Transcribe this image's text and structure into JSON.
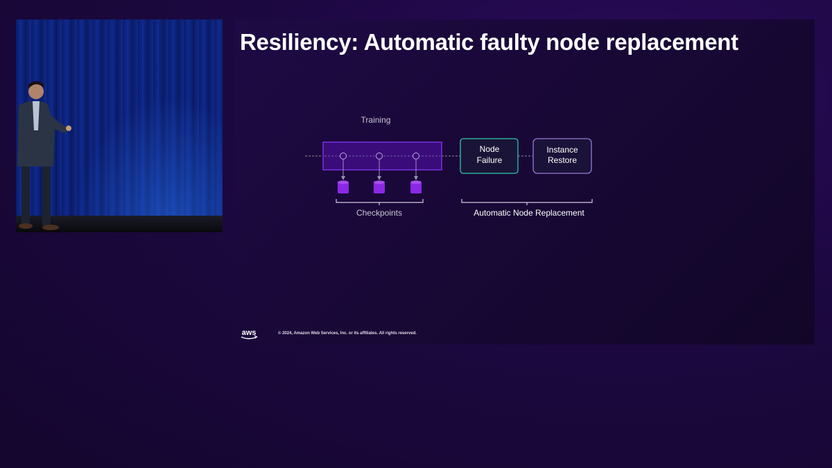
{
  "slide": {
    "title": "Resiliency: Automatic faulty node replacement",
    "copyright": "© 2024, Amazon Web Services, Inc. or its affiliates. All rights reserved.",
    "logo_text": "aws"
  },
  "diagram": {
    "training_label": "Training",
    "checkpoints_label": "Checkpoints",
    "node_failure": [
      "Node",
      "Failure"
    ],
    "instance_restore": [
      "Instance",
      "Restore"
    ],
    "replacement_label": "Automatic Node Replacement"
  },
  "colors": {
    "training_border": "#7b2fe0",
    "checkpoint_fill": "#8a28e6",
    "node_failure_border": "#2fc6a8",
    "instance_restore_border": "#9a78d8"
  }
}
